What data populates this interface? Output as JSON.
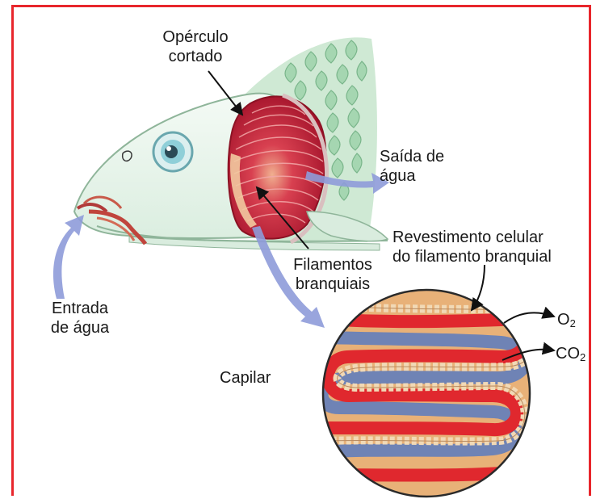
{
  "colors": {
    "frame": "#e8262c",
    "gill_red": "#c8223a",
    "artery_red": "#e0282e",
    "vein_blue": "#6f83b5",
    "fish_body": "#eef6ef",
    "scales": "#9bd0a8",
    "filament_tissue": "#e9b27a",
    "cell_lining": "#f1d9b6",
    "arrow": "#7f8ed2"
  },
  "labels": {
    "operculo_line1": "Opérculo",
    "operculo_line2": "cortado",
    "saida_line1": "Saída de",
    "saida_line2": "água",
    "revestimento_line1": "Revestimento celular",
    "revestimento_line2": "do filamento branquial",
    "filamentos_line1": "Filamentos",
    "filamentos_line2": "branquiais",
    "entrada_line1": "Entrada",
    "entrada_line2": "de água",
    "capilar": "Capilar",
    "o2_base": "O",
    "o2_sub": "2",
    "co2_base": "CO",
    "co2_sub": "2"
  }
}
